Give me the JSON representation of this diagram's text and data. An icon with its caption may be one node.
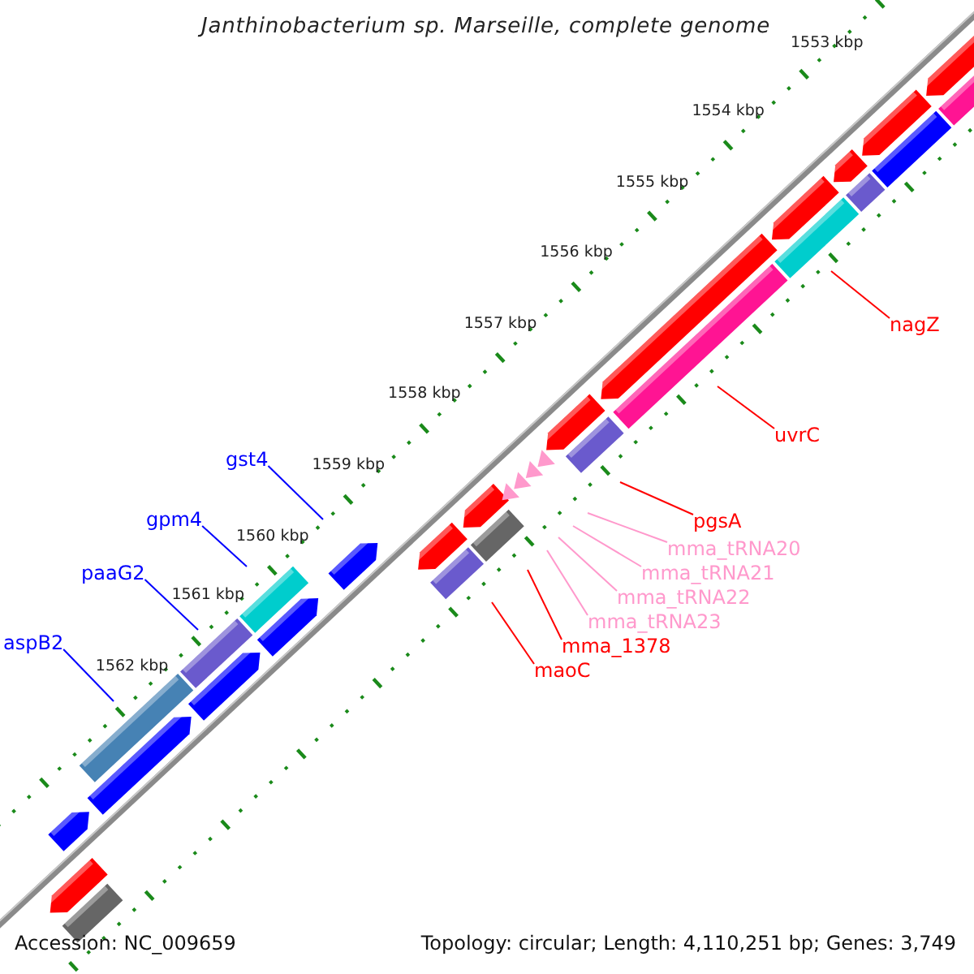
{
  "diagram": {
    "title": "Janthinobacterium sp. Marseille, complete genome",
    "nodes": [
      {
        "text": [
          "nagZ"
        ]
      },
      {
        "text": [
          "uvrC"
        ]
      },
      {
        "text": [
          "pgsA"
        ]
      },
      {
        "text": [
          "mma_tRNA20"
        ]
      },
      {
        "text": [
          "mma_tRNA21"
        ]
      },
      {
        "text": [
          "mma_tRNA22"
        ]
      },
      {
        "text": [
          "mma_tRNA23"
        ]
      },
      {
        "text": [
          "mma_1378"
        ]
      },
      {
        "text": [
          "maoC"
        ]
      },
      {
        "text": [
          "gst4"
        ]
      },
      {
        "text": [
          "gpm4"
        ]
      },
      {
        "text": [
          "paaG2"
        ]
      },
      {
        "text": [
          "aspB2"
        ]
      }
    ],
    "edges": [
      {
        "from": 0,
        "to": null,
        "arrow": "none"
      },
      {
        "from": 1,
        "to": null,
        "arrow": "none"
      },
      {
        "from": 2,
        "to": null,
        "arrow": "none"
      },
      {
        "from": 3,
        "to": null,
        "arrow": "none",
        "color": "#ff99cc"
      },
      {
        "from": 4,
        "to": null,
        "arrow": "none",
        "color": "#ff99cc"
      },
      {
        "from": 5,
        "to": null,
        "arrow": "none",
        "color": "#ff99cc"
      },
      {
        "from": 6,
        "to": null,
        "arrow": "none",
        "color": "#ff99cc"
      },
      {
        "from": 7,
        "to": null,
        "arrow": "none"
      },
      {
        "from": 8,
        "to": null,
        "arrow": "none"
      },
      {
        "from": 9,
        "to": null,
        "arrow": "none",
        "color": "#0000ff"
      },
      {
        "from": 10,
        "to": null,
        "arrow": "none",
        "color": "#0000ff"
      },
      {
        "from": 11,
        "to": null,
        "arrow": "none",
        "color": "#0000ff"
      },
      {
        "from": 12,
        "to": null,
        "arrow": "none",
        "color": "#0000ff"
      }
    ],
    "labels": [
      "1553 kbp",
      "1554 kbp",
      "1555 kbp",
      "1556 kbp",
      "1557 kbp",
      "1558 kbp",
      "1559 kbp",
      "1560 kbp",
      "1561 kbp",
      "1562 kbp",
      "Accession: NC_009659",
      "Topology: circular; Length: 4,110,251 bp; Genes: 3,749"
    ]
  }
}
